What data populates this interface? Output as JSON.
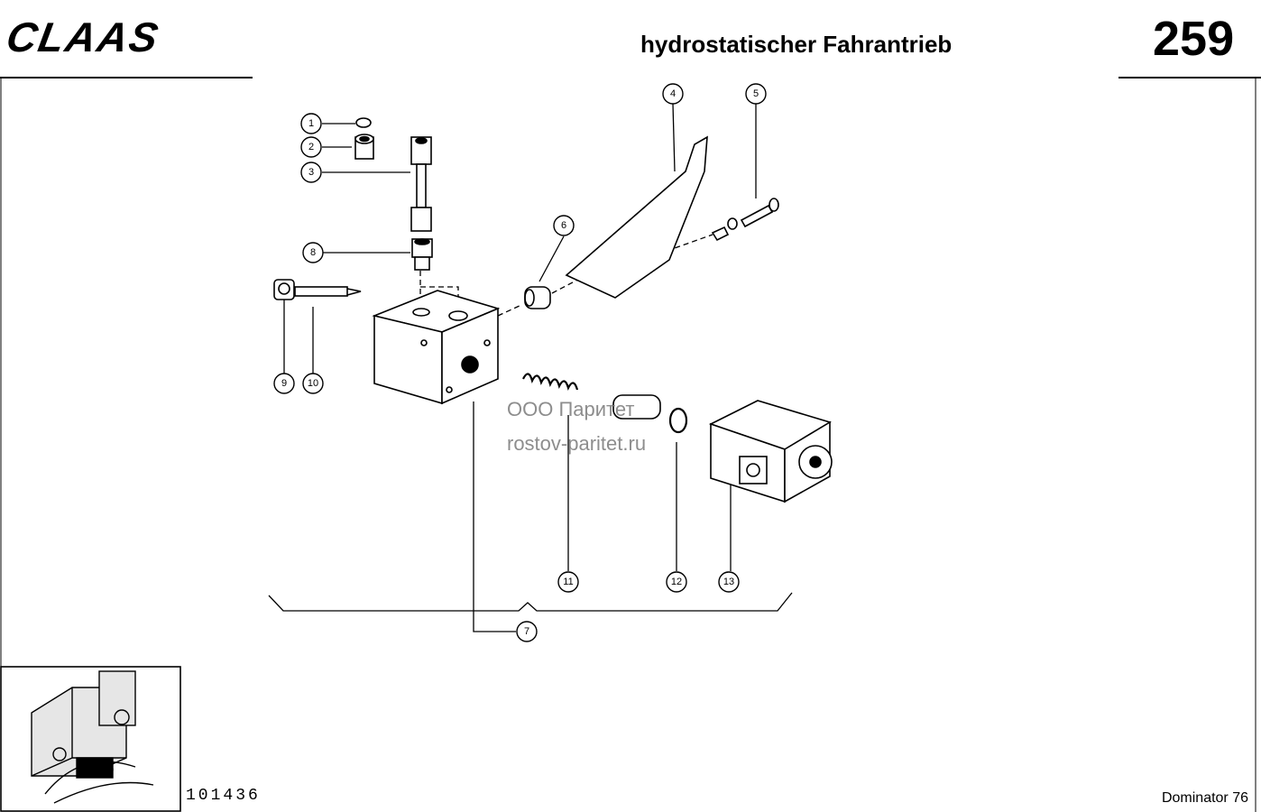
{
  "header": {
    "brand": "CLAAS",
    "title": "hydrostatischer Fahrantrieb",
    "page_number": "259"
  },
  "footer": {
    "doc_code": "101436",
    "model": "Dominator 76"
  },
  "watermark": {
    "line1": "ООО Паритет",
    "line2": "rostov-paritet.ru"
  },
  "callouts": [
    "1",
    "2",
    "3",
    "4",
    "5",
    "6",
    "7",
    "8",
    "9",
    "10",
    "11",
    "12",
    "13"
  ]
}
